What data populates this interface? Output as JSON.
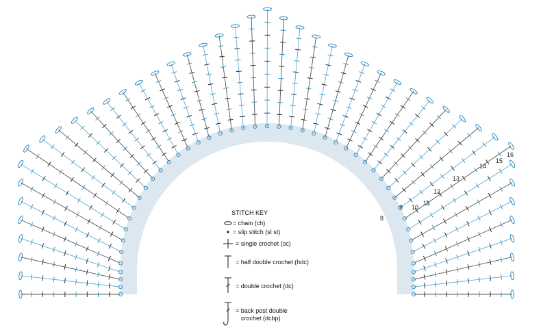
{
  "colors": {
    "blue": "#2f8fc3",
    "black": "#1a1a1a",
    "shade": "#dde7ef",
    "background": "#ffffff"
  },
  "row_labels": [
    "8",
    "9",
    "10",
    "11",
    "12",
    "13",
    "14",
    "15",
    "16"
  ],
  "stitch_key": {
    "title": "STITCH KEY",
    "items": [
      {
        "symbol": "chain-icon",
        "line1": "= chain (ch)",
        "line2": ""
      },
      {
        "symbol": "slip-stitch-icon",
        "line1": "= slip stitch (sl st)",
        "line2": ""
      },
      {
        "symbol": "single-crochet-icon",
        "line1": "= single crochet (sc)",
        "line2": ""
      },
      {
        "symbol": "half-double-crochet-icon",
        "line1": "= half double crochet (hdc)",
        "line2": ""
      },
      {
        "symbol": "double-crochet-icon",
        "line1": "= double crochet (dc)",
        "line2": ""
      },
      {
        "symbol": "back-post-double-crochet-icon",
        "line1": "= back post double",
        "line2": "crochet (dcbp)"
      }
    ]
  }
}
